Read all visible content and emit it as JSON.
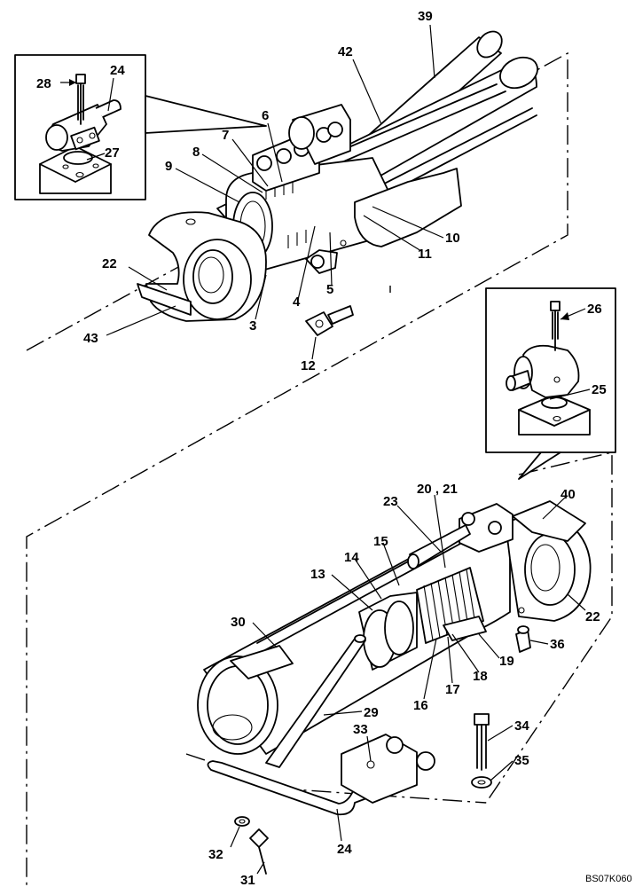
{
  "drawing_code": "BS07K060",
  "callouts": [
    {
      "id": "39",
      "label": "39"
    },
    {
      "id": "42",
      "label": "42"
    },
    {
      "id": "24a",
      "label": "24"
    },
    {
      "id": "28",
      "label": "28"
    },
    {
      "id": "27",
      "label": "27"
    },
    {
      "id": "6",
      "label": "6"
    },
    {
      "id": "7",
      "label": "7"
    },
    {
      "id": "8",
      "label": "8"
    },
    {
      "id": "9",
      "label": "9"
    },
    {
      "id": "10",
      "label": "10"
    },
    {
      "id": "11",
      "label": "11"
    },
    {
      "id": "22a",
      "label": "22"
    },
    {
      "id": "5",
      "label": "5"
    },
    {
      "id": "4",
      "label": "4"
    },
    {
      "id": "3",
      "label": "3"
    },
    {
      "id": "43",
      "label": "43"
    },
    {
      "id": "12",
      "label": "12"
    },
    {
      "id": "26",
      "label": "26"
    },
    {
      "id": "25",
      "label": "25"
    },
    {
      "id": "2021",
      "label": "20 , 21"
    },
    {
      "id": "40",
      "label": "40"
    },
    {
      "id": "23",
      "label": "23"
    },
    {
      "id": "15",
      "label": "15"
    },
    {
      "id": "14",
      "label": "14"
    },
    {
      "id": "13",
      "label": "13"
    },
    {
      "id": "22b",
      "label": "22"
    },
    {
      "id": "30",
      "label": "30"
    },
    {
      "id": "36",
      "label": "36"
    },
    {
      "id": "19",
      "label": "19"
    },
    {
      "id": "18",
      "label": "18"
    },
    {
      "id": "17",
      "label": "17"
    },
    {
      "id": "16",
      "label": "16"
    },
    {
      "id": "29",
      "label": "29"
    },
    {
      "id": "34",
      "label": "34"
    },
    {
      "id": "33",
      "label": "33"
    },
    {
      "id": "35",
      "label": "35"
    },
    {
      "id": "32",
      "label": "32"
    },
    {
      "id": "24b",
      "label": "24"
    },
    {
      "id": "31",
      "label": "31"
    }
  ]
}
